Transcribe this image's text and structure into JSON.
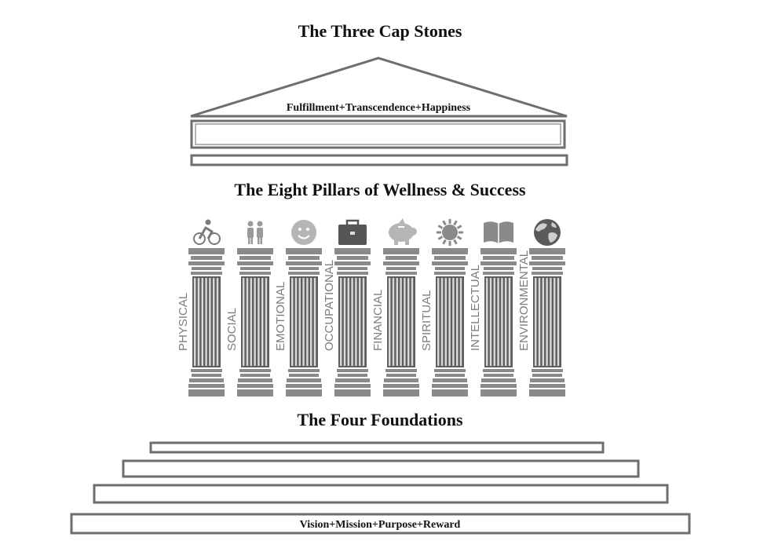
{
  "capstones": {
    "title": "The Three Cap Stones",
    "roof_text": "Fulfillment+Transcendence+Happiness"
  },
  "pillars": {
    "title": "The Eight Pillars of Wellness & Success",
    "items": [
      {
        "label": "PHYSICAL",
        "icon": "cyclist-icon"
      },
      {
        "label": "SOCIAL",
        "icon": "people-icon"
      },
      {
        "label": "EMOTIONAL",
        "icon": "smiley-face-icon"
      },
      {
        "label": "OCCUPATIONAL",
        "icon": "briefcase-icon"
      },
      {
        "label": "FINANCIAL",
        "icon": "piggy-bank-icon"
      },
      {
        "label": "SPIRITUAL",
        "icon": "sun-icon"
      },
      {
        "label": "INTELLECTUAL",
        "icon": "open-book-icon"
      },
      {
        "label": "ENVIRONMENTAL",
        "icon": "globe-icon"
      }
    ]
  },
  "foundations": {
    "title": "The Four Foundations",
    "base_text": "Vision+Mission+Purpose+Reward"
  },
  "colors": {
    "outline": "#6e6e6e",
    "pillar": "#8a8a8a",
    "pillar_dark": "#5e5e5e",
    "icon": "#9a9a9a",
    "text": "#111111"
  }
}
